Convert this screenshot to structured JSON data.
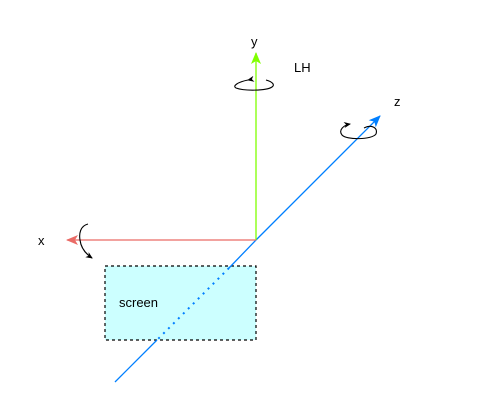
{
  "axes": {
    "x": {
      "label": "x",
      "color": "#ea6b66"
    },
    "y": {
      "label": "y",
      "color": "#80ff00"
    },
    "z": {
      "label": "z",
      "color": "#007fff"
    }
  },
  "handedness": "LH",
  "screen": {
    "label": "screen",
    "fill": "#ccffff",
    "border": "#000000"
  },
  "rotation_arrow_color": "#000000"
}
